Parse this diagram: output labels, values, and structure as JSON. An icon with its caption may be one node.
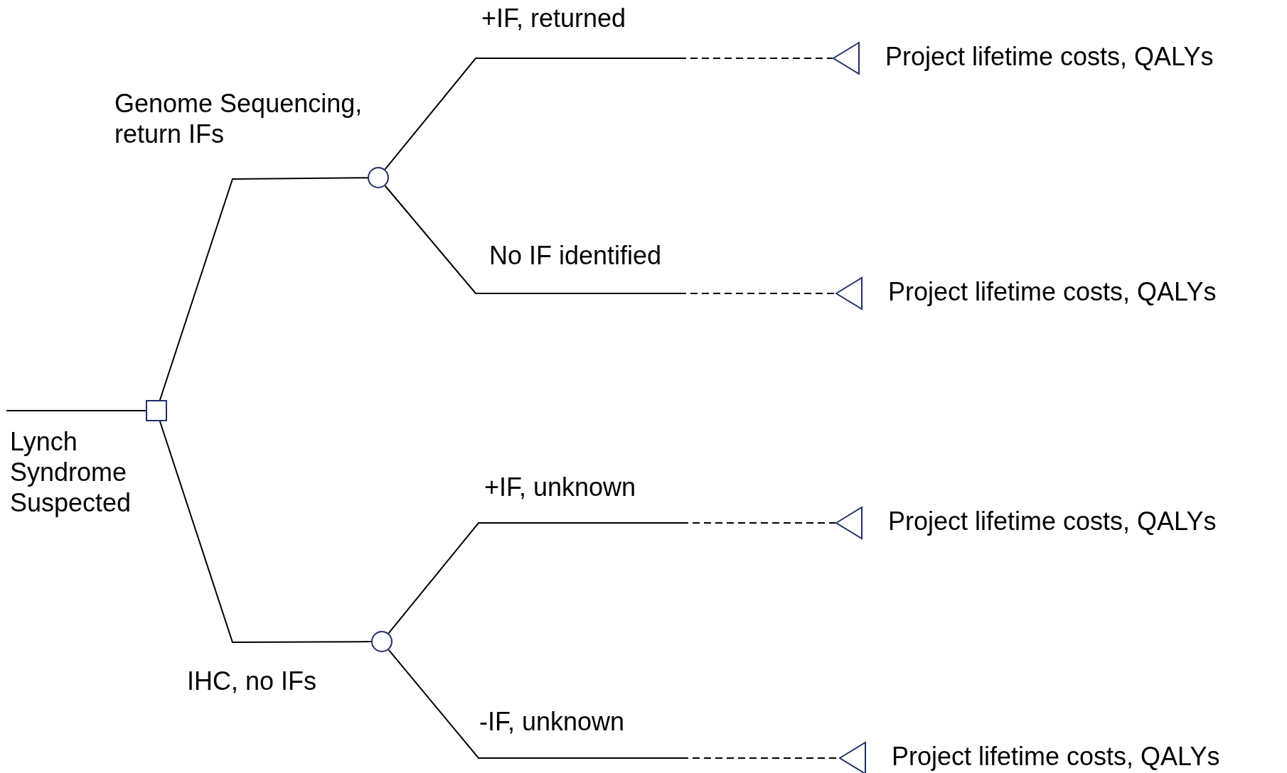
{
  "diagram": {
    "nodes": [
      {
        "text": [],
        "shape": "box"
      },
      {
        "text": [],
        "shape": "circle"
      },
      {
        "text": [],
        "shape": "circle"
      },
      {
        "text": [],
        "shape": "triangle",
        "beside": [
          "Project lifetime costs, QALYs"
        ]
      },
      {
        "text": [],
        "shape": "triangle",
        "beside": [
          "Project lifetime costs, QALYs"
        ]
      },
      {
        "text": [],
        "shape": "triangle",
        "beside": [
          "Project lifetime costs, QALYs"
        ]
      },
      {
        "text": [],
        "shape": "triangle",
        "beside": [
          "Project lifetime costs, QALYs"
        ]
      }
    ],
    "edges": [
      {
        "from": null,
        "to": 0,
        "arrow": "none",
        "label": "Lynch Syndrome Suspected"
      },
      {
        "from": 0,
        "to": 1,
        "arrow": "none",
        "label": "Genome Sequencing, return IFs"
      },
      {
        "from": 0,
        "to": 2,
        "arrow": "none",
        "label": "IHC, no IFs"
      },
      {
        "from": 1,
        "to": 3,
        "arrow": "none",
        "label": "+IF, returned"
      },
      {
        "from": 1,
        "to": 4,
        "arrow": "none",
        "label": "No IF identified"
      },
      {
        "from": 2,
        "to": 5,
        "arrow": "none",
        "label": "+IF, unknown"
      },
      {
        "from": 2,
        "to": 6,
        "arrow": "none",
        "label": "-IF, unknown"
      }
    ]
  }
}
